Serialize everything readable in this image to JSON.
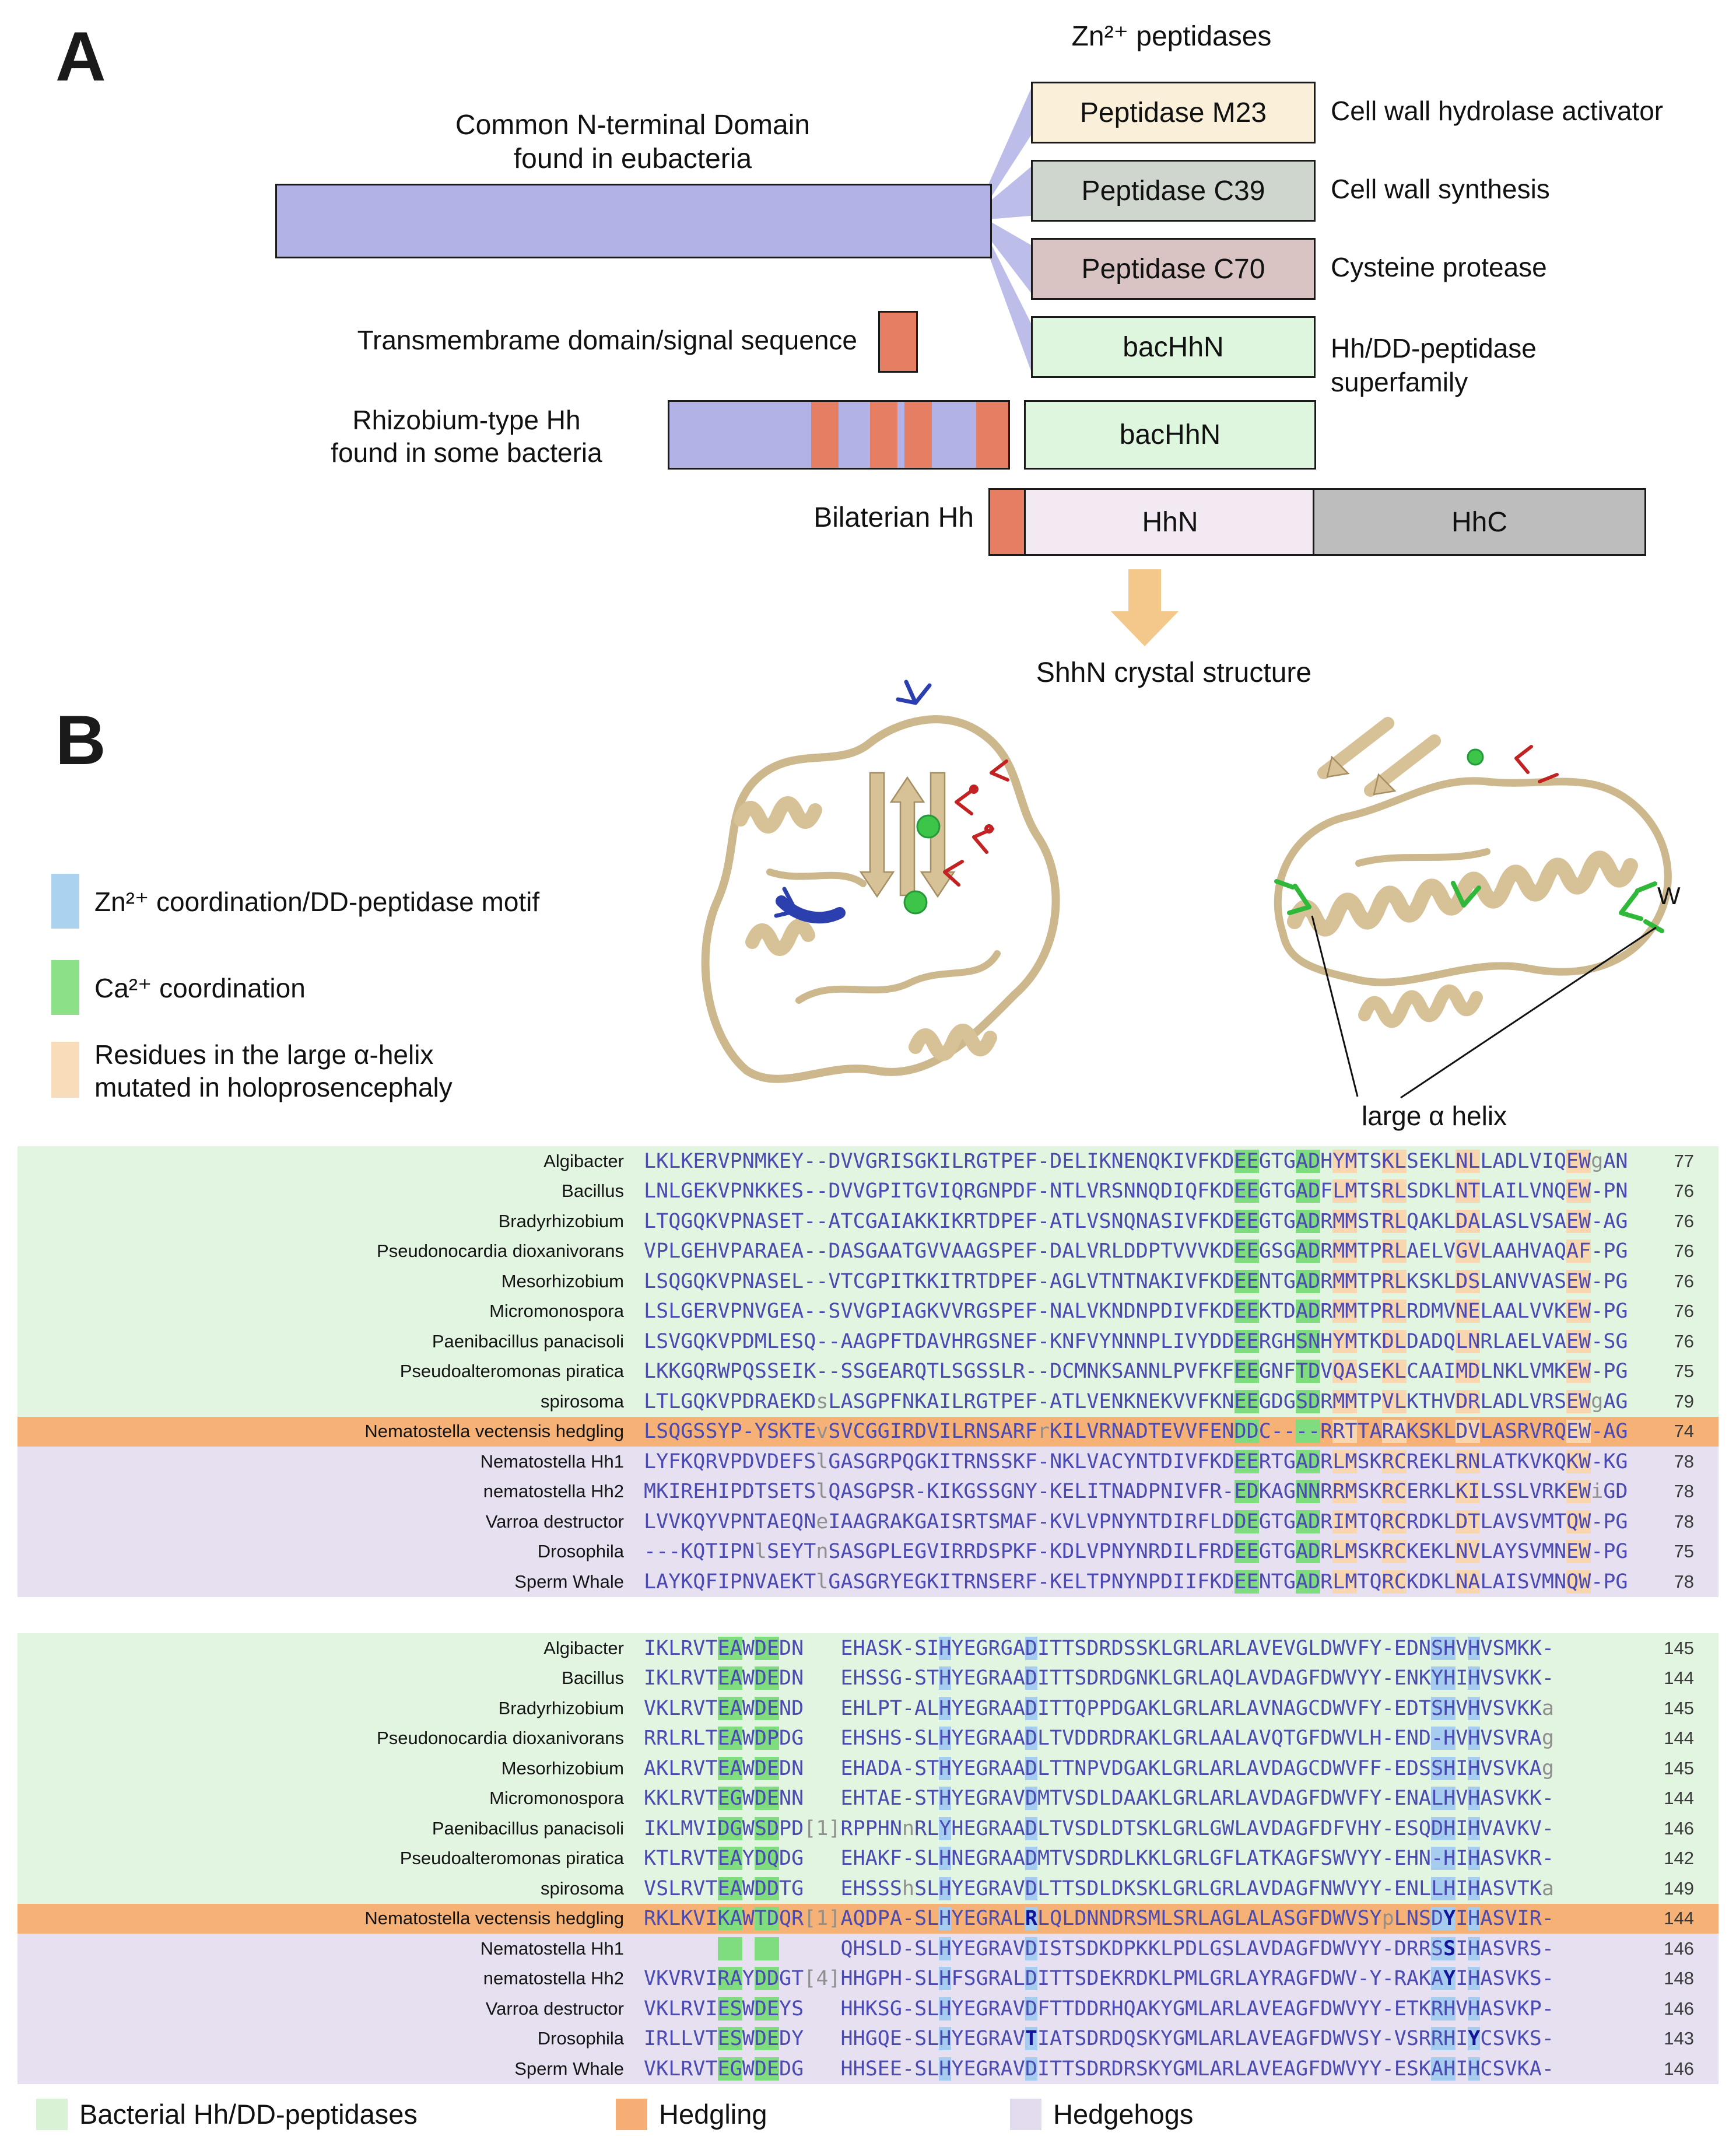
{
  "colors": {
    "domain_purple": "#b2b2e6",
    "tm_orange": "#e57e62",
    "hhn_pink": "#f3e9f2",
    "hhc_gray": "#bdbdbd",
    "arrow_tan": "#f4c88a",
    "ribbon_tan": "#d7c197",
    "bachhn_green": "#def5de",
    "seq_text": "#4a4ab2"
  },
  "panel_a": {
    "label": "A",
    "zn_title": "Zn²⁺ peptidases",
    "common_domain_line1": "Common N-terminal Domain",
    "common_domain_line2": "found in eubacteria",
    "peptidase_boxes": [
      {
        "label": "Peptidase M23",
        "desc": "Cell wall hydrolase activator",
        "color": "#faf0da"
      },
      {
        "label": "Peptidase C39",
        "desc": "Cell wall synthesis",
        "color": "#ced6cd"
      },
      {
        "label": "Peptidase C70",
        "desc": "Cysteine protease",
        "color": "#d9c3c3"
      },
      {
        "label": "bacHhN",
        "desc": "",
        "color": "#def5de"
      }
    ],
    "superfamily_line1": "Hh/DD-peptidase",
    "superfamily_line2": "superfamily",
    "tm_label": "Transmembrame domain/signal sequence",
    "rhizobium_line1": "Rhizobium-type Hh",
    "rhizobium_line2": "found in some bacteria",
    "bachhn2_label": "bacHhN",
    "bilaterian_label": "Bilaterian Hh",
    "hhn_label": "HhN",
    "hhc_label": "HhC",
    "shhn_caption": "ShhN crystal structure"
  },
  "panel_b": {
    "label": "B",
    "legend": [
      {
        "color": "#abd3f0",
        "line1": "Zn²⁺ coordination/DD-peptidase motif",
        "line2": ""
      },
      {
        "color": "#8ce087",
        "line1": "Ca²⁺ coordination",
        "line2": ""
      },
      {
        "color": "#f9dcba",
        "line1": "Residues in the large α-helix",
        "line2": "mutated in holoprosencephaly"
      }
    ],
    "large_helix_label": "large α helix",
    "w_label": "W"
  },
  "alignment": {
    "groups": {
      "bacterial": "#e2f5e1",
      "hedgling": "#f6b176",
      "hedgehog": "#e6e0f0"
    },
    "palette": {
      "green": "#7fdd7f",
      "blue": "#a6cdf0",
      "peach": "#f8d7b0"
    },
    "block1": {
      "highlights": [
        {
          "start": 48,
          "end": 50,
          "color": "green"
        },
        {
          "start": 53,
          "end": 55,
          "color": "green"
        },
        {
          "start": 56,
          "end": 58,
          "color": "peach"
        },
        {
          "start": 60,
          "end": 62,
          "color": "peach"
        },
        {
          "start": 66,
          "end": 68,
          "color": "peach"
        },
        {
          "start": 75,
          "end": 77,
          "color": "peach"
        }
      ],
      "rows": [
        {
          "name": "Algibacter",
          "group": "bacterial",
          "num": "77",
          "seq": "LKLKERVPNMKEY--DVVGRISGKILRGTPEF-DELIKNENQKIVFKDEEGTGADHYMTSKLSEKLNLLADLVIQEWgAN"
        },
        {
          "name": "Bacillus",
          "group": "bacterial",
          "num": "76",
          "seq": "LNLGEKVPNKKES--DVVGPITGVIQRGNPDF-NTLVRSNNQDIQFKDEEGTGADFLMTSRLSDKLNTLAILVNQEW-PN"
        },
        {
          "name": "Bradyrhizobium",
          "group": "bacterial",
          "num": "76",
          "seq": "LTQGQKVPNASET--ATCGAIAKKIKRTDPEF-ATLVSNQNASIVFKDEEGTGADRMMSTRLQAKLDALASLVSAEW-AG"
        },
        {
          "name": "Pseudonocardia dioxanivorans",
          "group": "bacterial",
          "num": "76",
          "seq": "VPLGEHVPARAEA--DASGAATGVVAAGSPEF-DALVRLDDPTVVVKDEEGSGADRMMTPRLAELVGVLAAHVAQAF-PG"
        },
        {
          "name": "Mesorhizobium",
          "group": "bacterial",
          "num": "76",
          "seq": "LSQGQKVPNASEL--VTCGPITKKITRTDPEF-AGLVTNTNAKIVFKDEENTGADRMMTPRLKSKLDSLANVVASEW-PG"
        },
        {
          "name": "Micromonospora",
          "group": "bacterial",
          "num": "76",
          "seq": "LSLGERVPNVGEA--SVVGPIAGKVVRGSPEF-NALVKNDNPDIVFKDEEKTDADRMMTPRLRDMVNELAALVVKEW-PG"
        },
        {
          "name": "Paenibacillus panacisoli",
          "group": "bacterial",
          "num": "76",
          "seq": "LSVGQKVPDMLESQ--AAGPFTDAVHRGSNEF-KNFVYNNNPLIVYDDEERGHSNHYMTKDLDADQLNRLAELVAEW-SG"
        },
        {
          "name": "Pseudoalteromonas piratica",
          "group": "bacterial",
          "num": "75",
          "seq": "LKKGQRWPQSSEIK--SSGEARQTLSGSSLR--DCMNKSANNLPVFKFEEGNFTDVQASEKLCAAIMDLNKLVMKEW-PG"
        },
        {
          "name": "spirosoma",
          "group": "bacterial",
          "num": "79",
          "seq": "LTLGQKVPDRAEKDsLASGPFNKAILRGTPEF-ATLVENKNEKVVFKNEEGDGSDRMMTPVLKTHVDRLADLVRSEWgAG"
        },
        {
          "name": "Nematostella vectensis hedgling",
          "group": "hedgling",
          "num": "74",
          "seq": "LSQGSSYP-YSKTEvSVCGGIRDVILRNSARFrKILVRNADTEVVFENDDC----RRTTARAKSKLDVLASRVRQEW-AG"
        },
        {
          "name": "Nematostella Hh1",
          "group": "hedgehog",
          "num": "78",
          "seq": "LYFKQRVPDVDEFSlGASGRPQGKITRNSSKF-NKLVACYNTDIVFKDEERTGADRLMSKRCREKLRNLATKVKQKW-KG"
        },
        {
          "name": "nematostella Hh2",
          "group": "hedgehog",
          "num": "78",
          "seq": "MKIREHIPDTSETSlQASGPSR-KIKGSSGNY-KELITNADPNIVFR-EDKAGNNRRMSKRCERKLKILSSLVRKEWiGD"
        },
        {
          "name": "Varroa destructor",
          "group": "hedgehog",
          "num": "78",
          "seq": "LVVKQYVPNTAEQNeIAAGRAKGAISRTSMAF-KVLVPNYNTDIRFLDDEGTGADRIMTQRCRDKLDTLAVSVMTQW-PG"
        },
        {
          "name": "Drosophila",
          "group": "hedgehog",
          "num": "75",
          "seq": "---KQTIPNlSEYTnSASGPLEGVIRRDSPKF-KDLVPNYNRDILFRDEEGTGADRLMSKRCKEKLNVLAYSVMNEW-PG"
        },
        {
          "name": "Sperm Whale",
          "group": "hedgehog",
          "num": "78",
          "seq": "LAYKQFIPNVAEKTlGASGRYEGKITRNSERF-KELTPNYNPDIIFKDEENTGADRLMTQRCKDKLNALAISVMNQW-PG"
        }
      ]
    },
    "block2": {
      "highlights": [
        {
          "start": 6,
          "end": 8,
          "color": "green"
        },
        {
          "start": 9,
          "end": 11,
          "color": "green"
        },
        {
          "start": 24,
          "end": 25,
          "color": "blue"
        },
        {
          "start": 31,
          "end": 32,
          "color": "blue"
        },
        {
          "start": 64,
          "end": 66,
          "color": "blue"
        },
        {
          "start": 67,
          "end": 68,
          "color": "blue"
        }
      ],
      "rows": [
        {
          "name": "Algibacter",
          "group": "bacterial",
          "num": "145",
          "seq": "IKLRVTEAWDEDN   EHASK-SIHYEGRGADITTSDRDSSKLGRLARLAVEVGLDWVFY-EDNSHVHVSMKK-"
        },
        {
          "name": "Bacillus",
          "group": "bacterial",
          "num": "144",
          "seq": "IKLRVTEAWDEDN   EHSSG-STHYEGRAADITTSDRDGNKLGRLAQLAVDAGFDWVYY-ENKYHIHVSVKK-"
        },
        {
          "name": "Bradyrhizobium",
          "group": "bacterial",
          "num": "145",
          "seq": "VKLRVTEAWDEND   EHLPT-ALHYEGRAADITTQPPDGAKLGRLARLAVNAGCDWVFY-EDTSHVHVSVKKa"
        },
        {
          "name": "Pseudonocardia dioxanivorans",
          "group": "bacterial",
          "num": "144",
          "seq": "RRLRLTEAWDPDG   EHSHS-SLHYEGRAADLTVDDRDRAKLGRLAALAVQTGFDWVLH-END-HVHVSVRAg"
        },
        {
          "name": "Mesorhizobium",
          "group": "bacterial",
          "num": "145",
          "seq": "AKLRVTEAWDEDN   EHADA-STHYEGRAADLTTNPVDGAKLGRLARLAVDAGCDWVFF-EDSSHIHVSVKAg"
        },
        {
          "name": "Micromonospora",
          "group": "bacterial",
          "num": "144",
          "seq": "KKLRVTEGWDENN   EHTAE-STHYEGRAVDMTVSDLDAAKLGRLARLAVDAGFDWVFY-ENALHVHASVKK-"
        },
        {
          "name": "Paenibacillus panacisoli",
          "group": "bacterial",
          "num": "146",
          "seq": "IKLMVIDGWSDPD[1]RPPHNnRLYHEGRAADLTVSDLDTSKLGRLGWLAVDAGFDFVHY-ESQDHIHVAVKV-"
        },
        {
          "name": "Pseudoalteromonas piratica",
          "group": "bacterial",
          "num": "142",
          "seq": "KTLRVTEAYDQDG   EHAKF-SLHNEGRAADMTVSDRDLKKLGRLGFLATKAGFSWVYY-EHN-HIHASVKR-"
        },
        {
          "name": "spirosoma",
          "group": "bacterial",
          "num": "149",
          "seq": "VSLRVTEAWDDTG   EHSSShSLHYEGRAVDLTTSDLDKSKLGRLGRLAVDAGFNWVYY-ENLLHIHASVTKa"
        },
        {
          "name": "Nematostella vectensis hedgling",
          "group": "hedgling",
          "num": "144",
          "bold_cols": [
            31,
            65
          ],
          "seq": "RKLKVIKAWTDQR[1]AQDPA-SLHYEGRALRLQLDNNDRSMLSRLAGLALASGFDWVSYpLNSDYIHASVIR-"
        },
        {
          "name": "Nematostella Hh1",
          "group": "hedgehog",
          "num": "146",
          "bold_cols": [
            65
          ],
          "seq": "                QHSLD-SLHYEGRAVDISTSDKDPKKLPDLGSLAVDAGFDWVYY-DRRSSIHASVRS-"
        },
        {
          "name": "nematostella Hh2",
          "group": "hedgehog",
          "num": "148",
          "bold_cols": [
            65
          ],
          "seq": "VKVRVIRAYDDGT[4]HHGPH-SLHFSGRALDITTSDEKRDKLPMLGRLAYRAGFDWV-Y-RAKAYIHASVKS-"
        },
        {
          "name": "Varroa destructor",
          "group": "hedgehog",
          "num": "146",
          "seq": "VKLRVIESWDEYS   HHKSG-SLHYEGRAVDFTTDDRHQAKYGMLARLAVEAGFDWVYY-ETKRHVHASVKP-"
        },
        {
          "name": "Drosophila",
          "group": "hedgehog",
          "num": "143",
          "bold_cols": [
            31,
            67
          ],
          "seq": "IRLLVTESWDEDY   HHGQE-SLHYEGRAVTIATSDRDQSKYGMLARLAVEAGFDWVSY-VSRRHIYCSVKS-"
        },
        {
          "name": "Sperm Whale",
          "group": "hedgehog",
          "num": "146",
          "seq": "VKLRVTEGWDEDG   HHSEE-SLHYEGRAVDITTSDRDRSKYGMLARLAVEAGFDWVYY-ESKAHIHCSVKA-"
        }
      ]
    }
  },
  "bottom_legend": [
    {
      "color": "#d9f2d6",
      "label": "Bacterial Hh/DD-peptidases"
    },
    {
      "color": "#f6ae74",
      "label": "Hedgling"
    },
    {
      "color": "#e2dcee",
      "label": "Hedgehogs"
    }
  ]
}
